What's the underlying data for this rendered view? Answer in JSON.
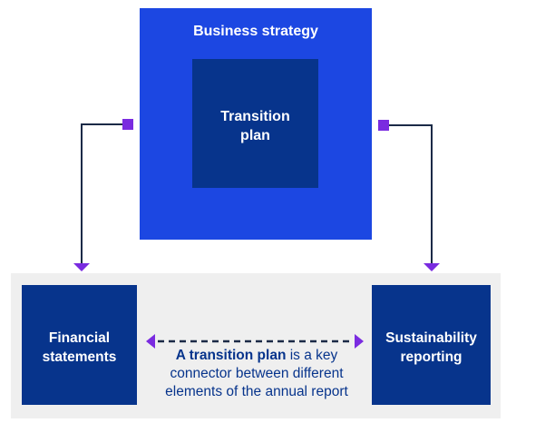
{
  "diagram": {
    "business_strategy": "Business strategy",
    "transition_plan": [
      "Transition",
      "plan"
    ],
    "financial_statements": [
      "Financial",
      "statements"
    ],
    "sustainability_reporting": [
      "Sustainability",
      "reporting"
    ],
    "caption": {
      "bold": "A transition plan",
      "rest_line1": " is a key",
      "line2": "connector between different",
      "line3": "elements of the annual report"
    }
  },
  "colors": {
    "outer_box": "#1c47e2",
    "inner_box": "#07348c",
    "panel": "#efefef",
    "connector_line": "#1b2a47",
    "arrow_accent": "#7a2be0"
  }
}
